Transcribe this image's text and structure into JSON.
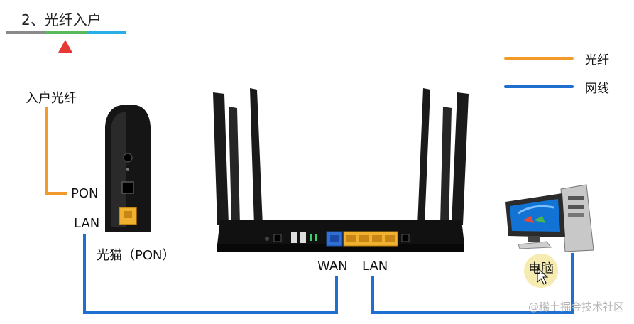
{
  "header": {
    "title": "2、光纤入户"
  },
  "legend": {
    "fiber_label": "光纤",
    "network_label": "网线"
  },
  "labels": {
    "incoming_fiber": "入户光纤",
    "pon_port": "PON",
    "lan_port_modem": "LAN",
    "modem_name": "光猫（PON）",
    "wan_port": "WAN",
    "lan_port_router": "LAN",
    "computer": "电脑"
  },
  "watermark": "@稀土掘金技术社区",
  "colors": {
    "fiber": "#f39a2c",
    "network": "#1f6fd1",
    "progress_gray": "#8a8a8a",
    "progress_green": "#5cb85c",
    "progress_blue": "#29aee6",
    "marker_red": "#e53935",
    "device_dark": "#151515",
    "port_yellow": "#f1b02e",
    "port_blue": "#2f6fd6",
    "highlight": "#f4e8a2"
  }
}
